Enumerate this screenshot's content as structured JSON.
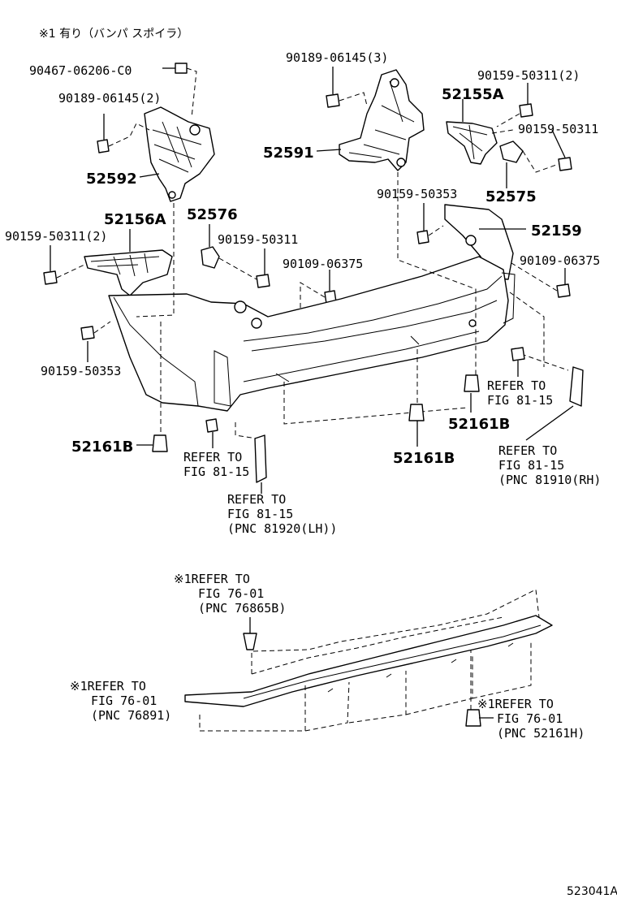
{
  "header_note": "※1 有り（バンパ スポイラ）",
  "figure_id": "523041A",
  "labels": {
    "p90467": "90467-06206-C0",
    "p90189_2": "90189-06145(2)",
    "p52592": "52592",
    "p52156A": "52156A",
    "p90159_50311_2_left": "90159-50311(2)",
    "p90159_50353_left": "90159-50353",
    "p52576": "52576",
    "p90159_50311_mid": "90159-50311",
    "p90109_06375_mid": "90109-06375",
    "p52161B_left": "52161B",
    "ref_left_1": "REFER TO",
    "ref_left_2": "FIG 81-15",
    "ref_lh_1": "REFER TO",
    "ref_lh_2": "FIG 81-15",
    "ref_lh_3": "(PNC 81920(LH))",
    "p90189_3": "90189-06145(3)",
    "p52591": "52591",
    "p90159_50311_2_right": "90159-50311(2)",
    "p52155A": "52155A",
    "p90159_50311_right": "90159-50311",
    "p52575": "52575",
    "p90159_50353_right": "90159-50353",
    "p52159": "52159",
    "p90109_06375_right": "90109-06375",
    "ref_right_1": "REFER TO",
    "ref_right_2": "FIG 81-15",
    "p52161B_right": "52161B",
    "p52161B_center": "52161B",
    "ref_rh_1": "REFER TO",
    "ref_rh_2": "FIG 81-15",
    "ref_rh_3": "(PNC 81910(RH)",
    "ref76865_1": "※1REFER TO",
    "ref76865_2": "FIG 76-01",
    "ref76865_3": "(PNC 76865B)",
    "ref76891_1": "※1REFER TO",
    "ref76891_2": "FIG 76-01",
    "ref76891_3": "(PNC 76891)",
    "ref52161H_1": "※1REFER TO",
    "ref52161H_2": "FIG 76-01",
    "ref52161H_3": "(PNC 52161H)"
  }
}
